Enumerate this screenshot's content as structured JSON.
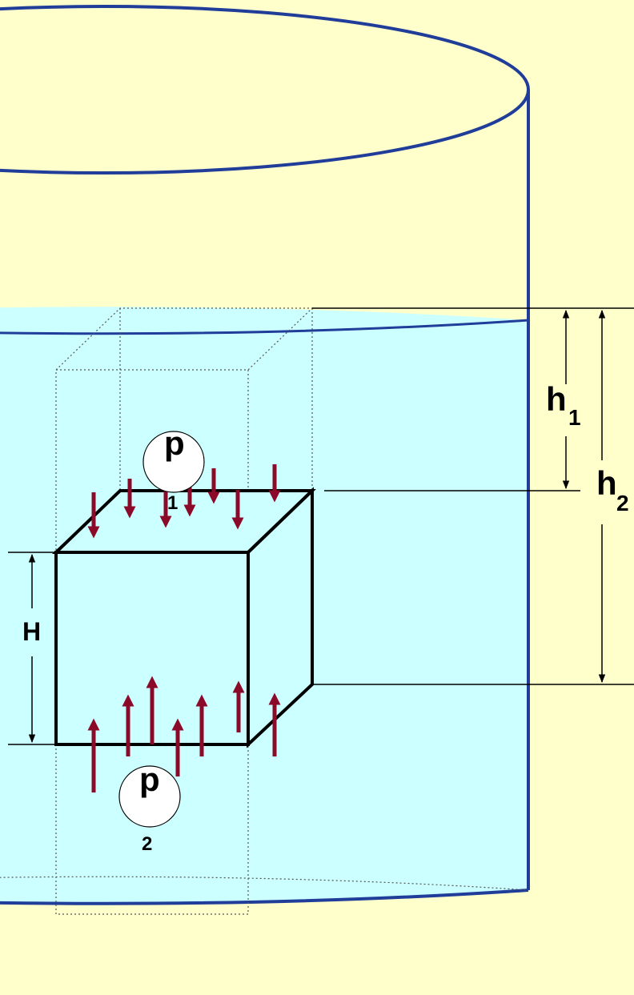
{
  "colors": {
    "background": "#ffffcc",
    "water": "#ccffff",
    "vessel_outline": "#1f3d99",
    "arrow": "#8b0a2a",
    "cube_edge": "#000000",
    "dimension_line": "#000000"
  },
  "labels": {
    "h1": "h",
    "h1_sub": "1",
    "h2": "h",
    "h2_sub": "2",
    "H": "H",
    "p1": "p",
    "p1_sub": "1",
    "p2": "p",
    "p2_sub": "2"
  }
}
